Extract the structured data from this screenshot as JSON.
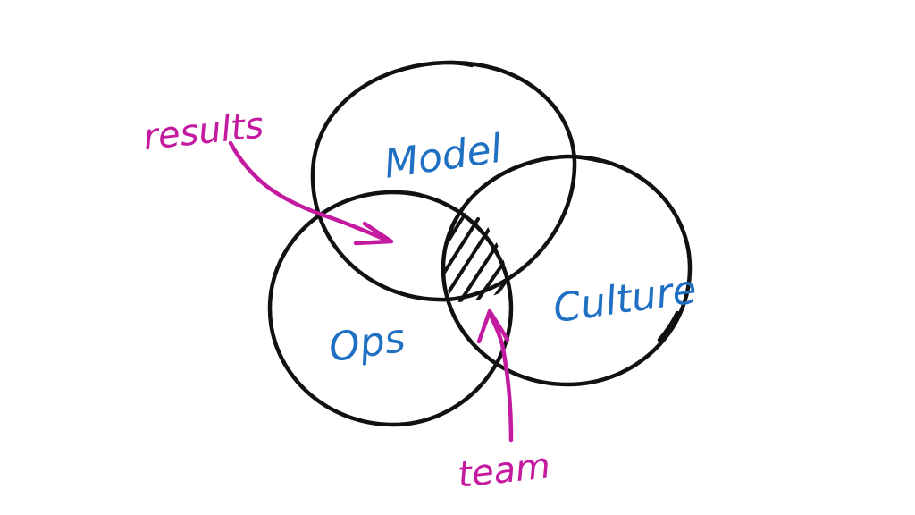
{
  "sets": {
    "model": {
      "label": "Model"
    },
    "ops": {
      "label": "Ops"
    },
    "culture": {
      "label": "Culture"
    }
  },
  "annotations": {
    "results": {
      "label": "results"
    },
    "team": {
      "label": "team"
    }
  },
  "colors": {
    "set_label": "#1f6fc2",
    "annotation": "#c41aa0",
    "outline": "#111111",
    "background": "#ffffff"
  }
}
